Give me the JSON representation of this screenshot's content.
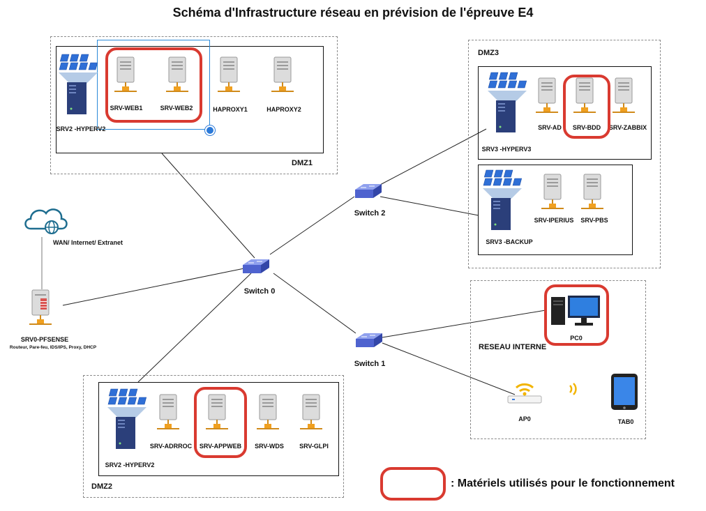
{
  "title": "Schéma d'Infrastructure réseau en prévision de l'épreuve E4",
  "zones": {
    "dmz1": "DMZ1",
    "dmz2": "DMZ2",
    "dmz3": "DMZ3",
    "reseau_interne": "RESEAU INTERNE"
  },
  "devices": {
    "srv2_hyperv2_top": "SRV2 -HYPERV2",
    "srv_web1": "SRV-WEB1",
    "srv_web2": "SRV-WEB2",
    "haproxy1": "HAPROXY1",
    "haproxy2": "HAPROXY2",
    "srv3_hyperv3": "SRV3 -HYPERV3",
    "srv_ad": "SRV-AD",
    "srv_bdd": "SRV-BDD",
    "srv_zabbix": "SRV-ZABBIX",
    "srv3_backup": "SRV3 -BACKUP",
    "srv_iperius": "SRV-IPERIUS",
    "srv_pbs": "SRV-PBS",
    "wan": "WAN/ Internet/ Extranet",
    "srv0_pfsense": "SRV0-PFSENSE",
    "srv0_roles": "Routeur, Pare-feu, IDS/IPS, Proxy, DHCP",
    "switch0": "Switch 0",
    "switch1": "Switch 1",
    "switch2": "Switch 2",
    "pc0": "PC0",
    "ap0": "AP0",
    "tab0": "TAB0",
    "srv2_hyperv2_bottom": "SRV2 -HYPERV2",
    "srv_adrroc": "SRV-ADRROC",
    "srv_appweb": "SRV-APPWEB",
    "srv_wds": "SRV-WDS",
    "srv_glpi": "SRV-GLPI"
  },
  "legend": {
    "text": ": Matériels utilisés pour le fonctionnement"
  },
  "colors": {
    "highlight": "#d93a30",
    "switch": "#5b6fd6",
    "hypervisor": "#2f6fd6",
    "selection": "#2b79d8"
  },
  "icons": {
    "hypervisor": "hypervisor-stack-icon",
    "server": "server-tower-icon",
    "switch": "network-switch-icon",
    "cloud": "cloud-globe-icon",
    "firewall": "firewall-server-icon",
    "pc": "desktop-pc-icon",
    "ap": "wireless-access-point-icon",
    "tablet": "tablet-icon"
  }
}
